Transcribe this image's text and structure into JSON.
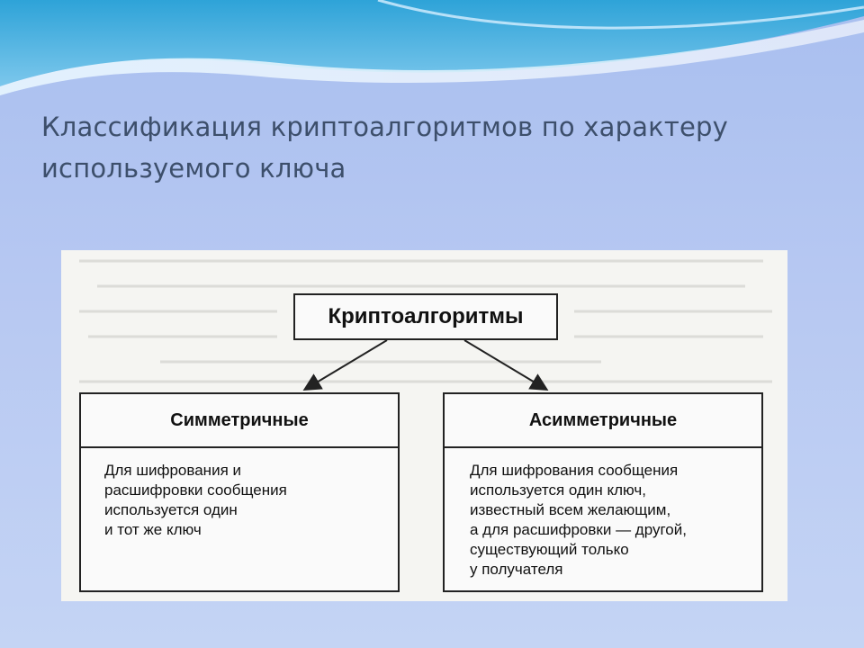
{
  "slide": {
    "title_lines": [
      "Классификация криптоалгоритмов по характеру",
      "используемого ключа"
    ]
  },
  "diagram": {
    "root": "Криптоалгоритмы",
    "left": {
      "title": "Симметричные",
      "lines": [
        "Для шифрования и",
        "расшифровки сообщения",
        "используется один",
        "и тот же ключ"
      ]
    },
    "right": {
      "title": "Асимметричные",
      "lines": [
        "Для шифрования сообщения",
        "используется один ключ,",
        "известный всем желающим,",
        "а для расшифровки — другой,",
        "существующий только",
        "у получателя"
      ]
    }
  },
  "colors": {
    "title": "#3d4f6b",
    "panel": "#f5f5f2",
    "line": "#222222"
  }
}
